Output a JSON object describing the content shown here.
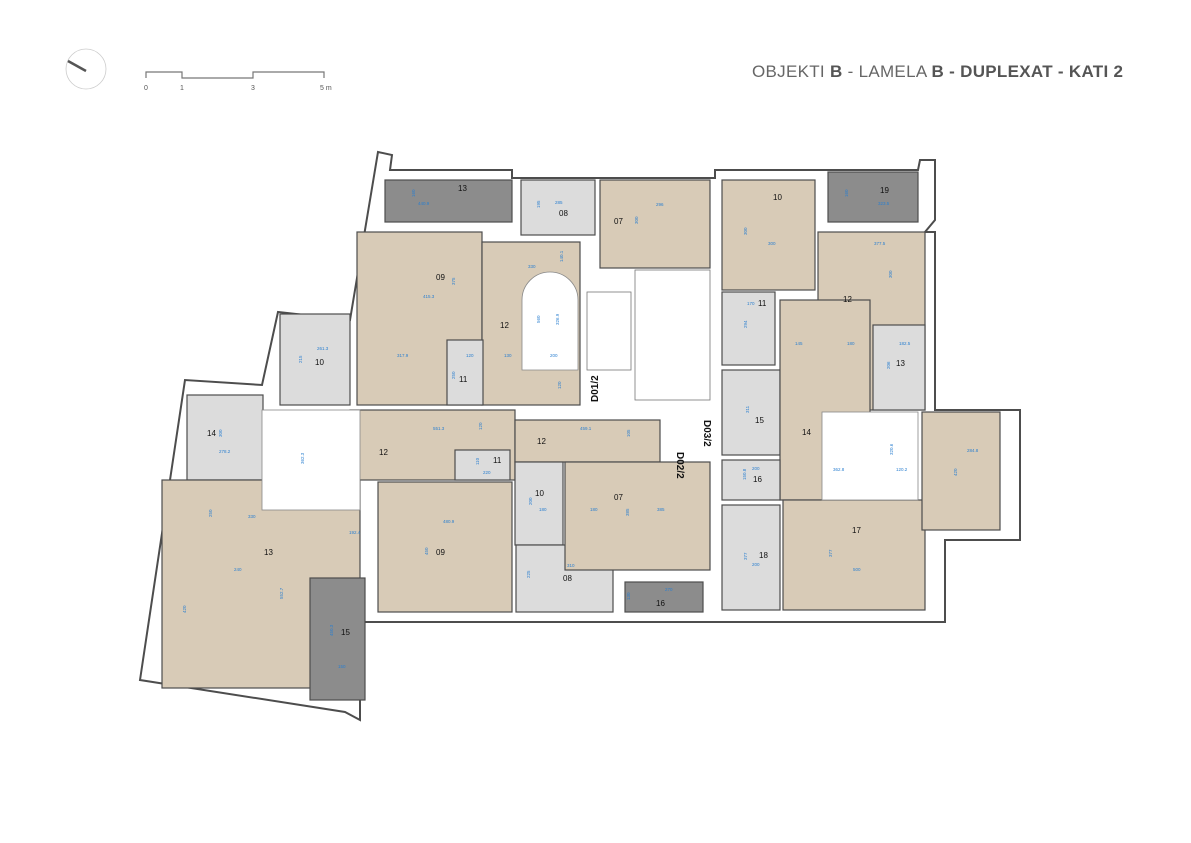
{
  "title": {
    "p1": "OBJEKTI ",
    "p2": "B",
    "p3": " - LAMELA ",
    "p4": "B",
    "p5": " - DUPLEXAT - KATI 2"
  },
  "scale_bar": {
    "ticks": [
      "0",
      "1",
      "3",
      "5 m"
    ]
  },
  "colors": {
    "wood": "#d8cbb7",
    "tile": "#dcdcdc",
    "terrace": "#8c8c8c",
    "wall": "#4d4d4d",
    "dimension": "#2a7fd0"
  },
  "units": [
    "D01/2",
    "D02/2",
    "D03/2"
  ],
  "rooms": [
    "13",
    "08",
    "07",
    "09",
    "12",
    "11",
    "10",
    "14",
    "12",
    "12",
    "11",
    "13",
    "15",
    "09",
    "10",
    "08",
    "07",
    "16",
    "10",
    "19",
    "12",
    "11",
    "13",
    "15",
    "14",
    "16",
    "18",
    "17"
  ],
  "dimensions": [
    "160",
    "440.9",
    "195",
    "285",
    "300",
    "296",
    "415.3",
    "375",
    "330",
    "140.1",
    "560",
    "326.9",
    "317.9",
    "120",
    "130",
    "200",
    "250",
    "120",
    "261.3",
    "215",
    "160",
    "323.5",
    "300",
    "300",
    "377.5",
    "300",
    "170",
    "294",
    "145",
    "180",
    "182.5",
    "206",
    "311",
    "300",
    "278.2",
    "362.3",
    "551.3",
    "120",
    "459.1",
    "105",
    "110",
    "220",
    "330",
    "250",
    "192.4",
    "480.9",
    "450",
    "240",
    "552.7",
    "420",
    "450.3",
    "150",
    "200",
    "180",
    "180",
    "385",
    "385",
    "310",
    "225",
    "270",
    "130",
    "320.6",
    "362.8",
    "120.2",
    "284.8",
    "420",
    "200",
    "150.8",
    "377",
    "200",
    "500",
    "377"
  ]
}
